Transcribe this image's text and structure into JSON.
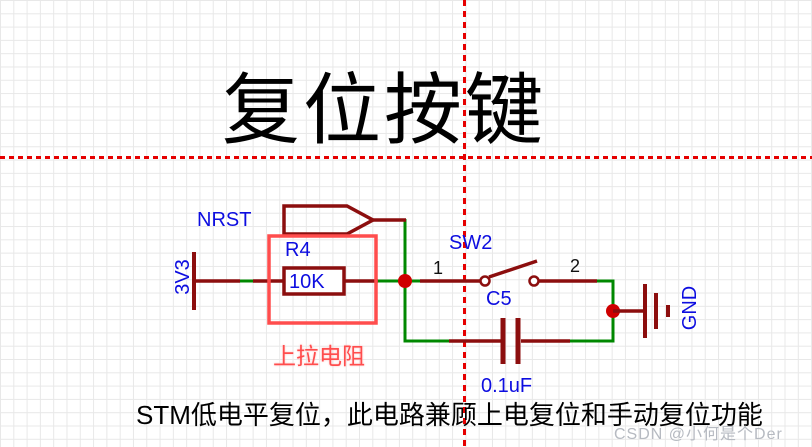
{
  "title": {
    "text": "复位按键"
  },
  "note": {
    "text": "STM低电平复位，此电路兼顾上电复位和手动复位功能"
  },
  "watermark": {
    "text": "CSDN @小何是个Der"
  },
  "colors": {
    "component_dark_red": "#8c0e0e",
    "wire_green": "#008800",
    "label_blue": "#0d0de0",
    "junction_red": "#cf0000",
    "selection_red": "#ff4d4d",
    "crosshair_red": "#e60000",
    "grid_gray": "#e8e8e8",
    "annotation_red": "#ff4d4d",
    "watermark_gray": "#b6bac1"
  },
  "schematic": {
    "power_label": "3V3",
    "net_label": "NRST",
    "resistor_ref": "R4",
    "resistor_value": "10K",
    "resistor_note": "上拉电阻",
    "switch_ref": "SW2",
    "switch_pin_1": "1",
    "switch_pin_2": "2",
    "capacitor_ref": "C5",
    "capacitor_value": "0.1uF",
    "ground_label": "GND"
  }
}
